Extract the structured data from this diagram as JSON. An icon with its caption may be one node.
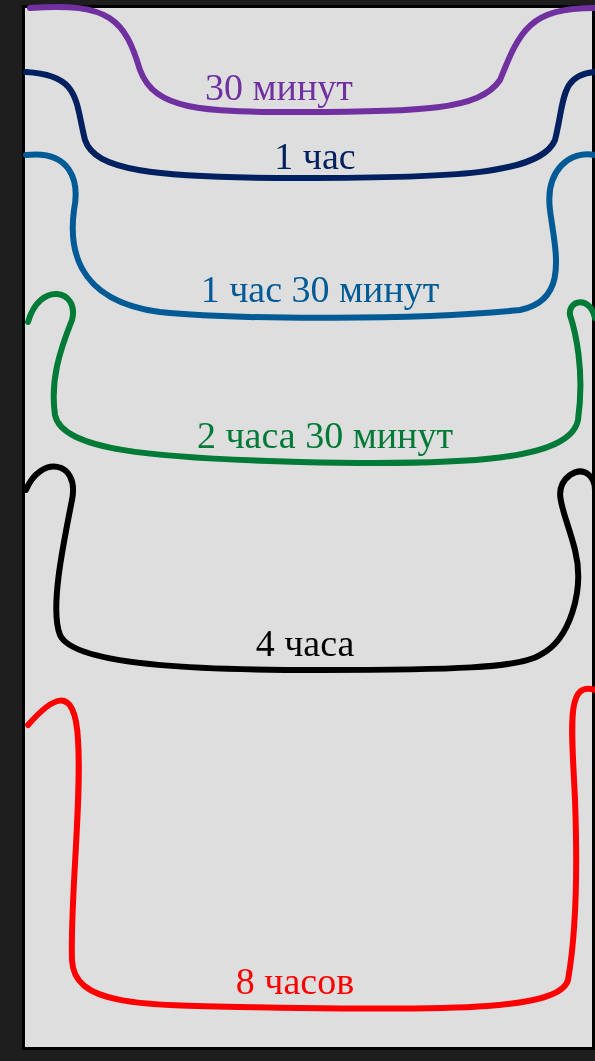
{
  "diagram": {
    "labels": [
      "30 минут",
      "1 час",
      "1 час 30 минут",
      "2 часа 30 минут",
      "4 часа",
      "8 часов"
    ]
  }
}
